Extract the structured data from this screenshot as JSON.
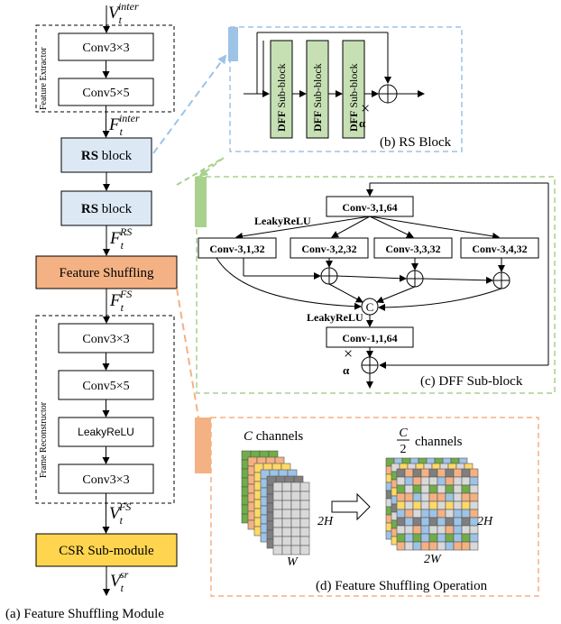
{
  "colors": {
    "rs_block_fill": "#dce9f5",
    "feature_shuffling_fill": "#f4b183",
    "csr_fill": "#ffd54f",
    "dff_block_fill": "#c6e0b4",
    "rs_dash": "#9dc3e6",
    "dff_dash": "#a9d18e",
    "fs_dash": "#f4b183",
    "grid_green": "#70ad47",
    "grid_orange": "#f4b183",
    "grid_yellow": "#ffd966",
    "grid_blue": "#9dc3e6",
    "grid_gray": "#7f7f7f",
    "grid_light": "#d9d9d9"
  },
  "module": {
    "caption": "(a) Feature Shuffling Module",
    "v_inter": {
      "base": "V",
      "sub": "t",
      "sup": "inter"
    },
    "f_inter": {
      "base": "F",
      "sub": "t",
      "sup": "inter"
    },
    "f_rs": {
      "base": "F",
      "sub": "t",
      "sup": "RS"
    },
    "f_fs": {
      "base": "F",
      "sub": "t",
      "sup": "FS"
    },
    "v_fs": {
      "base": "V",
      "sub": "t",
      "sup": "FS"
    },
    "v_sr": {
      "base": "V",
      "sub": "t",
      "sup": "sr"
    },
    "extractor_label": "Feature Extractor",
    "extractor": [
      "Conv3×3",
      "Conv5×5"
    ],
    "rs_block_bold": "RS",
    "rs_block_rest": " block",
    "feature_shuffling": "Feature Shuffling",
    "reconstructor_label": "Frame Reconstructor",
    "reconstructor": [
      "Conv3×3",
      "Conv5×5",
      "LeakyReLU",
      "Conv3×3"
    ],
    "csr": "CSR Sub-module"
  },
  "rs": {
    "caption": "(b) RS Block",
    "sub_block_bold": "DFF",
    "sub_block_rest": " Sub-block",
    "times": "×",
    "alpha": "α"
  },
  "dff": {
    "caption": "(c) DFF Sub-block",
    "top_conv": "Conv-3,1,64",
    "leaky1": "LeakyReLU",
    "convs": [
      "Conv-3,1,32",
      "Conv-3,2,32",
      "Conv-3,3,32",
      "Conv-3,4,32"
    ],
    "concat": "C",
    "leaky2": "LeakyReLU",
    "out_conv": "Conv-1,1,64",
    "times": "×",
    "alpha": "α"
  },
  "fs": {
    "caption": "(d) Feature Shuffling Operation",
    "c_channels_var": "C",
    "c_channels_text": " channels",
    "half_num": "C",
    "half_den": "2",
    "half_text": "channels",
    "in_h": "2H",
    "in_w": "W",
    "out_h": "2H",
    "out_w": "2W"
  }
}
